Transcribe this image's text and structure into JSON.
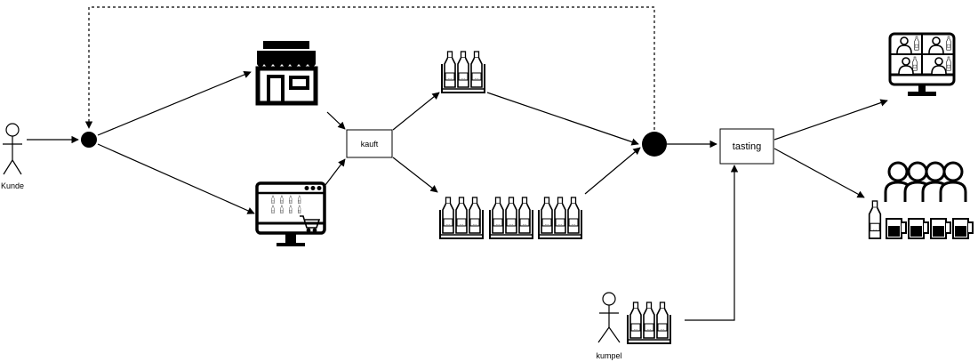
{
  "actors": {
    "customer": "Kunde",
    "buddy": "kumpel"
  },
  "steps": {
    "buy": "kauft",
    "tasting": "tasting"
  },
  "icons": {
    "store": "store-icon",
    "online_shop": "online-shop-icon",
    "small_crate": "bottle-crate-icon",
    "large_crates": "bottle-crates-icon",
    "online_tasting": "video-call-icon",
    "group_tasting": "group-beer-tasting-icon"
  },
  "colors": {
    "stroke": "#000000",
    "background": "#ffffff"
  }
}
